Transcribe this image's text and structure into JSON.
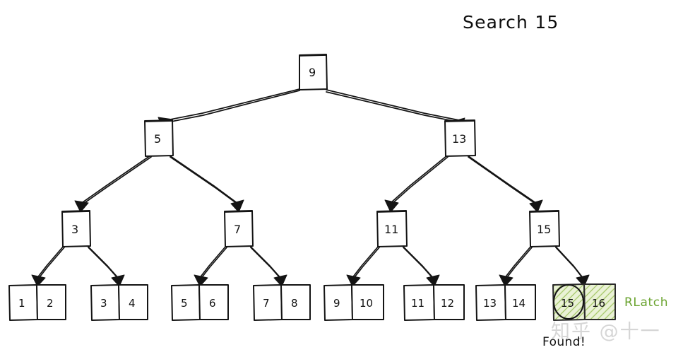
{
  "title": "Search 15",
  "colors": {
    "ink": "#141414",
    "paper": "#ffffff",
    "highlight_fill": "#e7f0cf",
    "highlight_hatch": "#9cbf5e",
    "latch_label": "#6aa32f",
    "watermark": "#d6d6d6"
  },
  "tree": {
    "root": {
      "label": "9"
    },
    "level2": [
      {
        "label": "5"
      },
      {
        "label": "13"
      }
    ],
    "level3": [
      {
        "label": "3"
      },
      {
        "label": "7"
      },
      {
        "label": "11"
      },
      {
        "label": "15"
      }
    ],
    "leaves": [
      {
        "cells": [
          "1",
          "2"
        ],
        "highlighted": false
      },
      {
        "cells": [
          "3",
          "4"
        ],
        "highlighted": false
      },
      {
        "cells": [
          "5",
          "6"
        ],
        "highlighted": false
      },
      {
        "cells": [
          "7",
          "8"
        ],
        "highlighted": false
      },
      {
        "cells": [
          "9",
          "10"
        ],
        "highlighted": false
      },
      {
        "cells": [
          "11",
          "12"
        ],
        "highlighted": false
      },
      {
        "cells": [
          "13",
          "14"
        ],
        "highlighted": false
      },
      {
        "cells": [
          "15",
          "16"
        ],
        "highlighted": true
      }
    ]
  },
  "annotations": {
    "latch_label": "RLatch",
    "found_label": "Found!",
    "watermark": "知乎 @十一"
  }
}
